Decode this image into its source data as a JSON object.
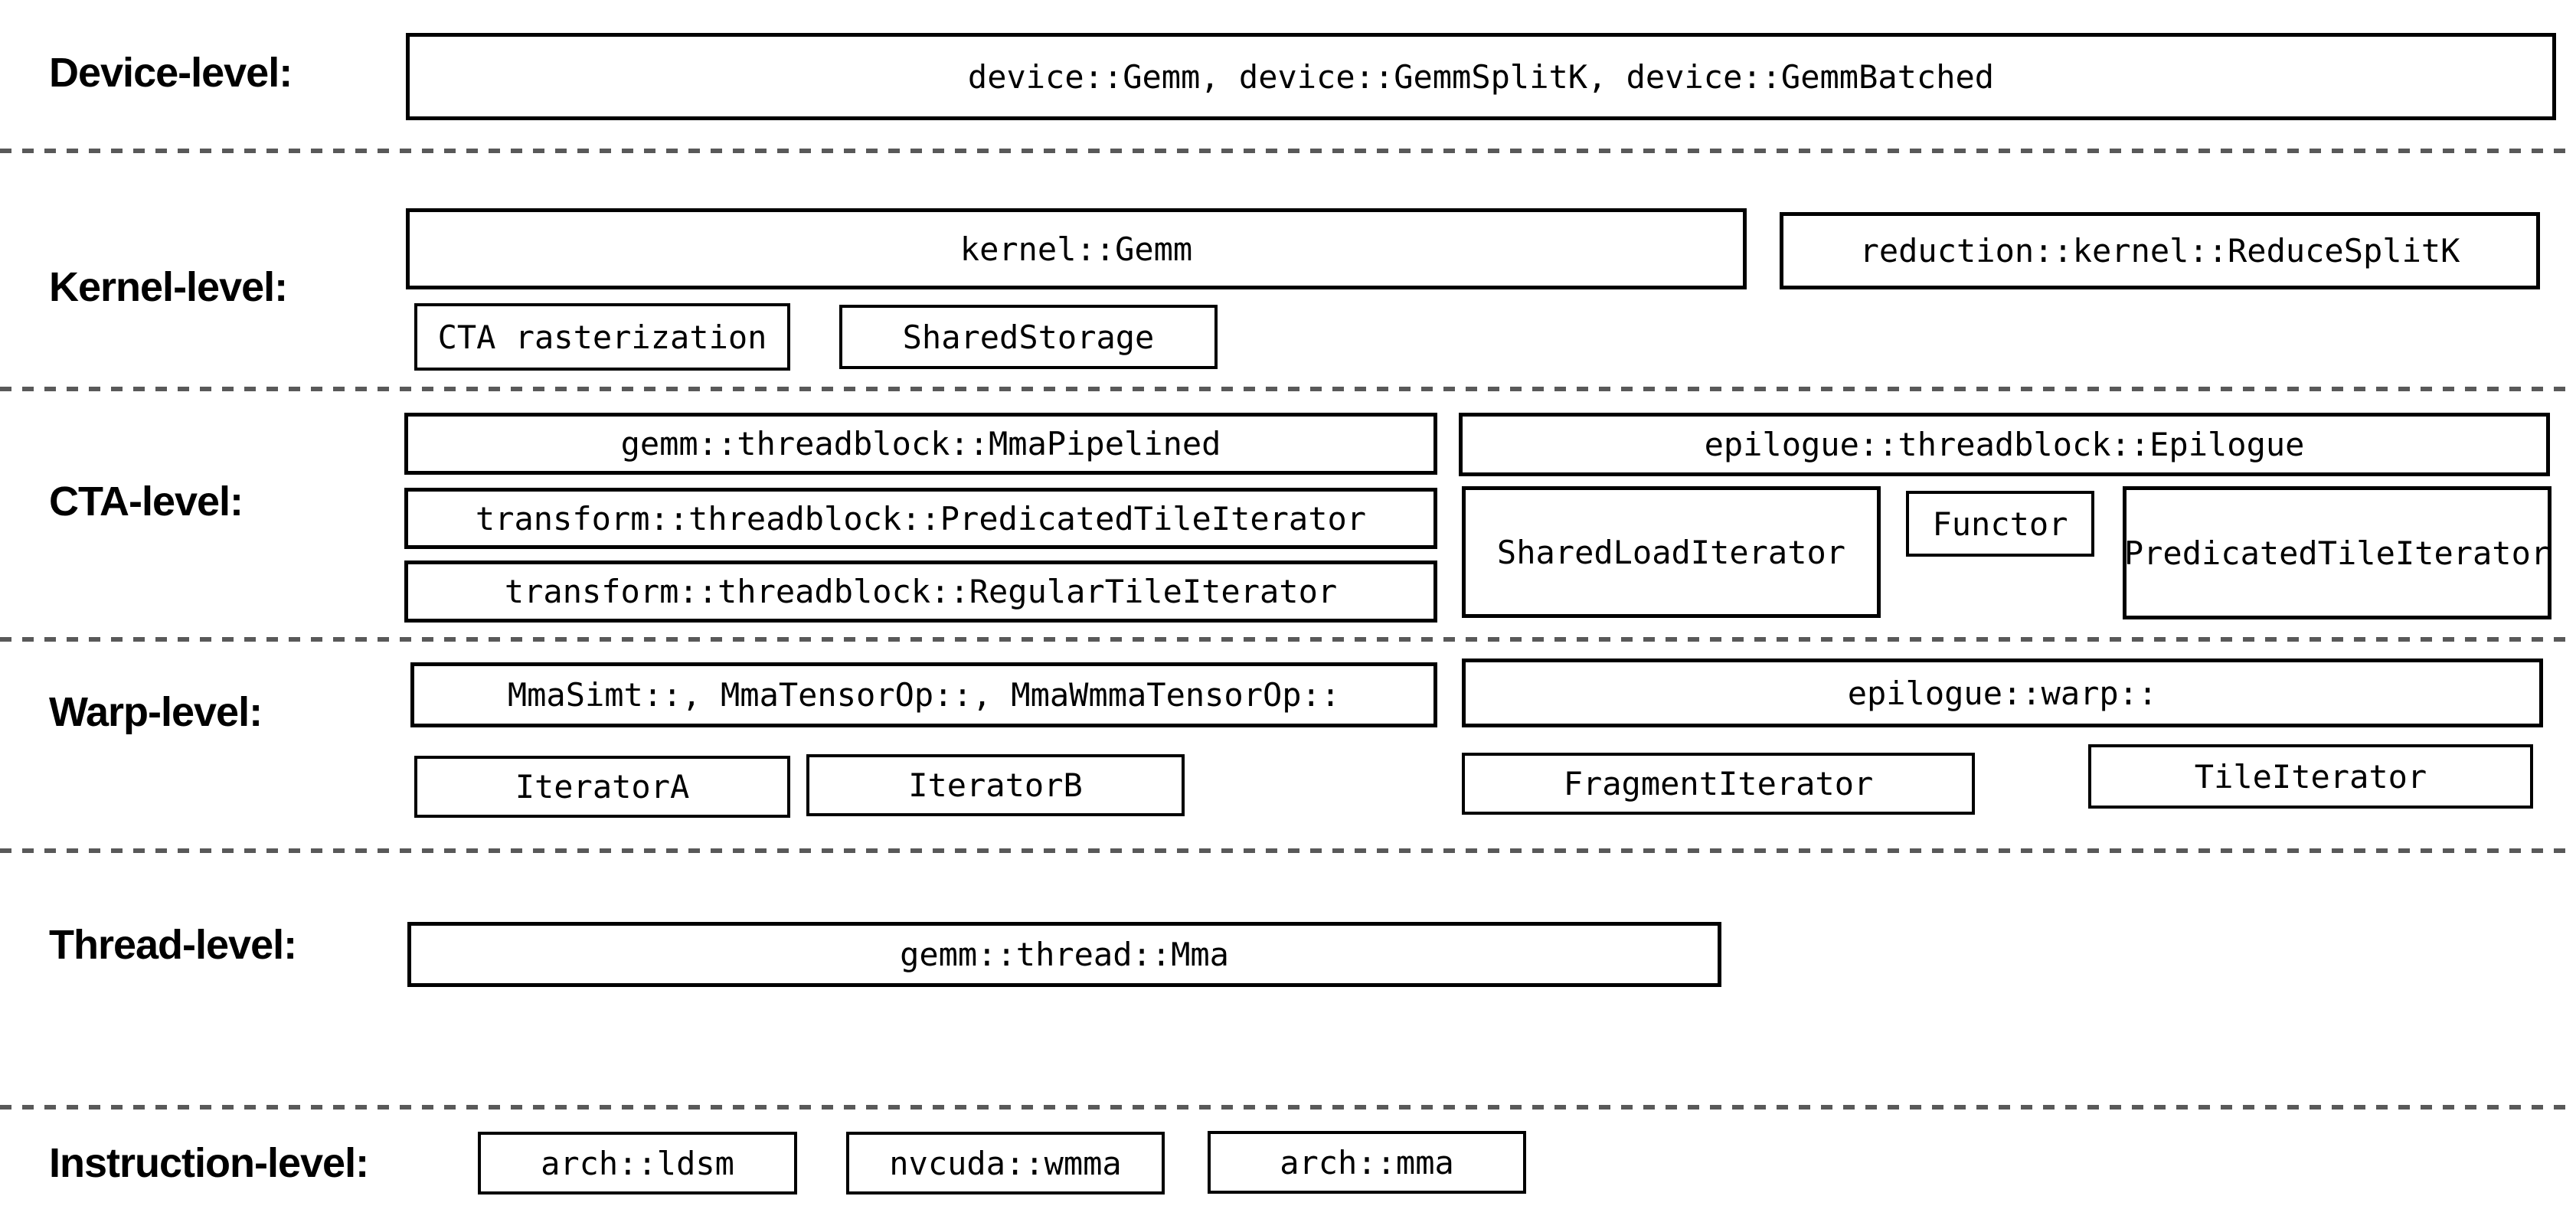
{
  "diagram": {
    "title": "GEMM hierarchy levels",
    "colors": {
      "background": "#ffffff",
      "box_border": "#000000",
      "text": "#000000",
      "separator": "#595959"
    },
    "levels": {
      "device": {
        "label": "Device-level:",
        "boxes": {
          "main": "device::Gemm, device::GemmSplitK, device::GemmBatched"
        }
      },
      "kernel": {
        "label": "Kernel-level:",
        "boxes": {
          "gemm": "kernel::Gemm",
          "reduce_splitk": "reduction::kernel::ReduceSplitK",
          "cta_rasterization": "CTA rasterization",
          "shared_storage": "SharedStorage"
        }
      },
      "cta": {
        "label": "CTA-level:",
        "boxes": {
          "mma_pipelined": "gemm::threadblock::MmaPipelined",
          "predicated_tile_iterator": "transform::threadblock::PredicatedTileIterator",
          "regular_tile_iterator": "transform::threadblock::RegularTileIterator",
          "epilogue": "epilogue::threadblock::Epilogue",
          "shared_load_iterator": "SharedLoadIterator",
          "functor": "Functor",
          "epilogue_predicated_tile_iterator": "PredicatedTileIterator"
        }
      },
      "warp": {
        "label": "Warp-level:",
        "boxes": {
          "mma": "MmaSimt::, MmaTensorOp::, MmaWmmaTensorOp::",
          "iterator_a": "IteratorA",
          "iterator_b": "IteratorB",
          "epilogue_warp": "epilogue::warp::",
          "fragment_iterator": "FragmentIterator",
          "tile_iterator": "TileIterator"
        }
      },
      "thread": {
        "label": "Thread-level:",
        "boxes": {
          "mma": "gemm::thread::Mma"
        }
      },
      "instruction": {
        "label": "Instruction-level:",
        "boxes": {
          "ldsm": "arch::ldsm",
          "wmma": "nvcuda::wmma",
          "mma": "arch::mma"
        }
      }
    }
  }
}
